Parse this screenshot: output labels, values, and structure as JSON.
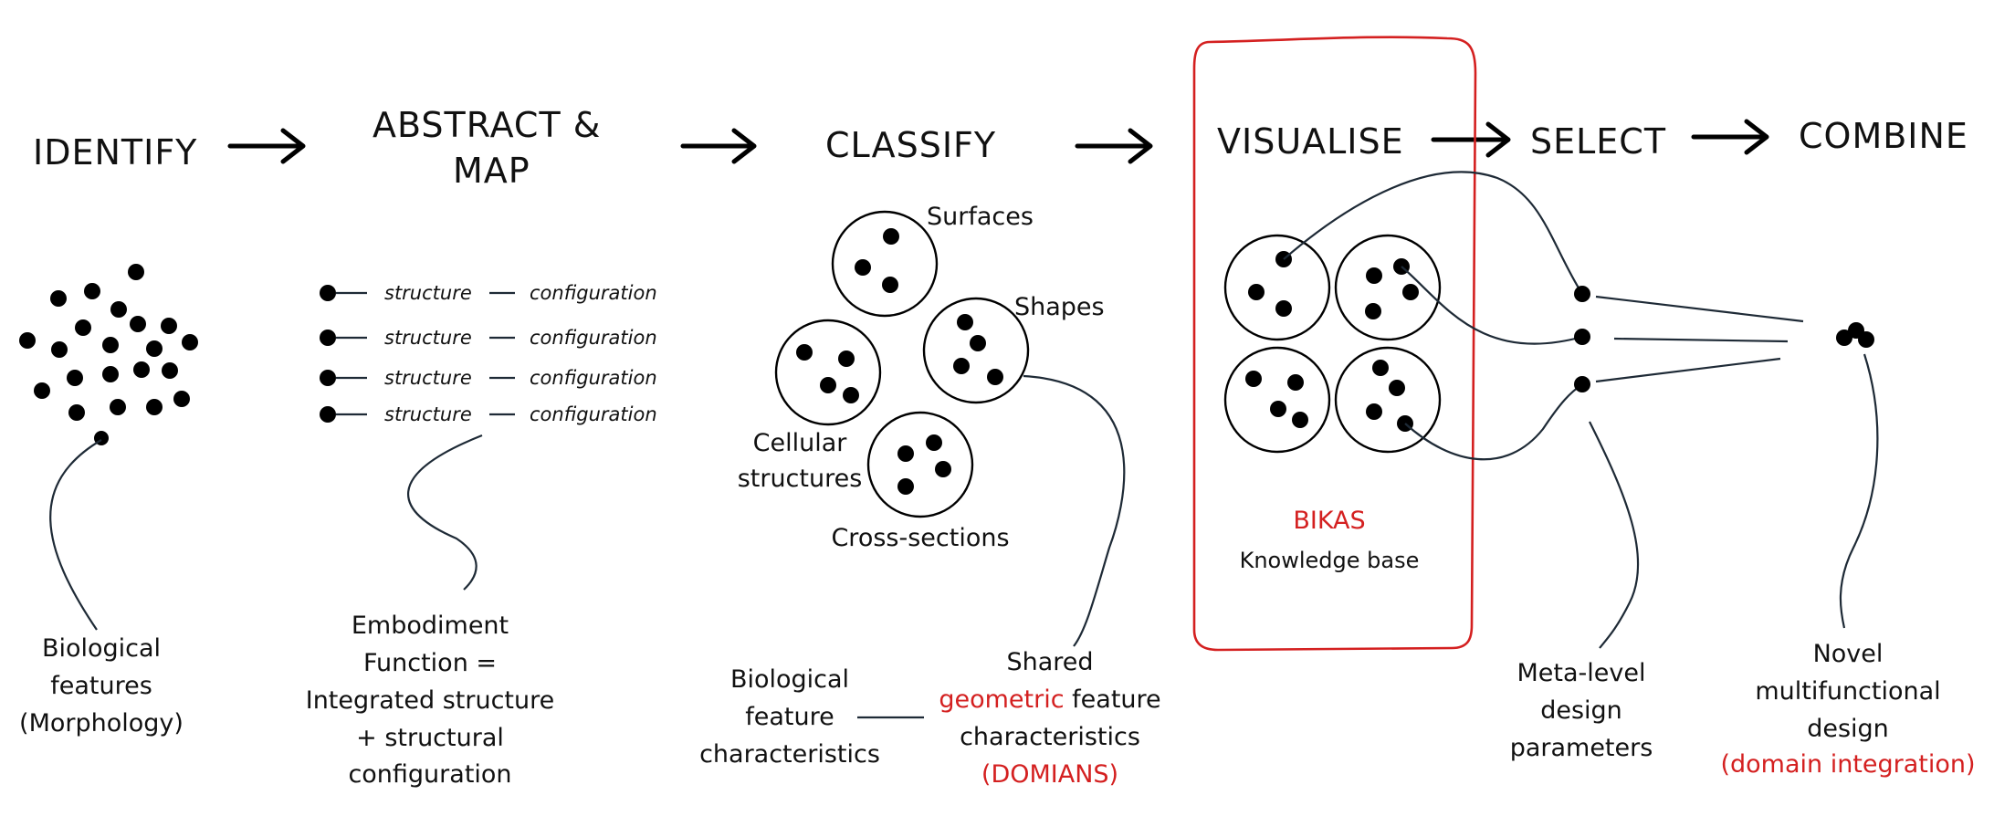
{
  "steps": {
    "identify": "IDENTIFY",
    "abstract_line1": "ABSTRACT &",
    "abstract_line2": "MAP",
    "classify": "CLASSIFY",
    "visualise": "VISUALISE",
    "select": "SELECT",
    "combine": "COMBINE"
  },
  "identify": {
    "caption": [
      "Biological",
      "features",
      "(Morphology)"
    ]
  },
  "abstract": {
    "rows": [
      {
        "structure": "structure",
        "configuration": "configuration"
      },
      {
        "structure": "structure",
        "configuration": "configuration"
      },
      {
        "structure": "structure",
        "configuration": "configuration"
      },
      {
        "structure": "structure",
        "configuration": "configuration"
      }
    ],
    "caption": [
      "Embodiment",
      "Function =",
      "Integrated structure",
      "+ structural",
      "configuration"
    ]
  },
  "classify": {
    "domains": {
      "surfaces": "Surfaces",
      "shapes": "Shapes",
      "cellular_1": "Cellular",
      "cellular_2": "structures",
      "cross_sections": "Cross-sections"
    },
    "bio_caption": [
      "Biological",
      "feature",
      "characteristics"
    ],
    "shared_line1": "Shared",
    "shared_geometric": "geometric",
    "shared_feature": " feature",
    "shared_line3": "characteristics",
    "shared_line4": "(DOMIANS)"
  },
  "visualise": {
    "bikas": "BIKAS",
    "kb": "Knowledge base"
  },
  "select": {
    "caption": [
      "Meta-level",
      "design",
      "parameters"
    ]
  },
  "combine": {
    "caption": [
      "Novel",
      "multifunctional",
      "design"
    ],
    "integration": "(domain integration)"
  },
  "colors": {
    "ink": "#111111",
    "accent_red": "#d42020",
    "connector": "#1e2a36"
  }
}
